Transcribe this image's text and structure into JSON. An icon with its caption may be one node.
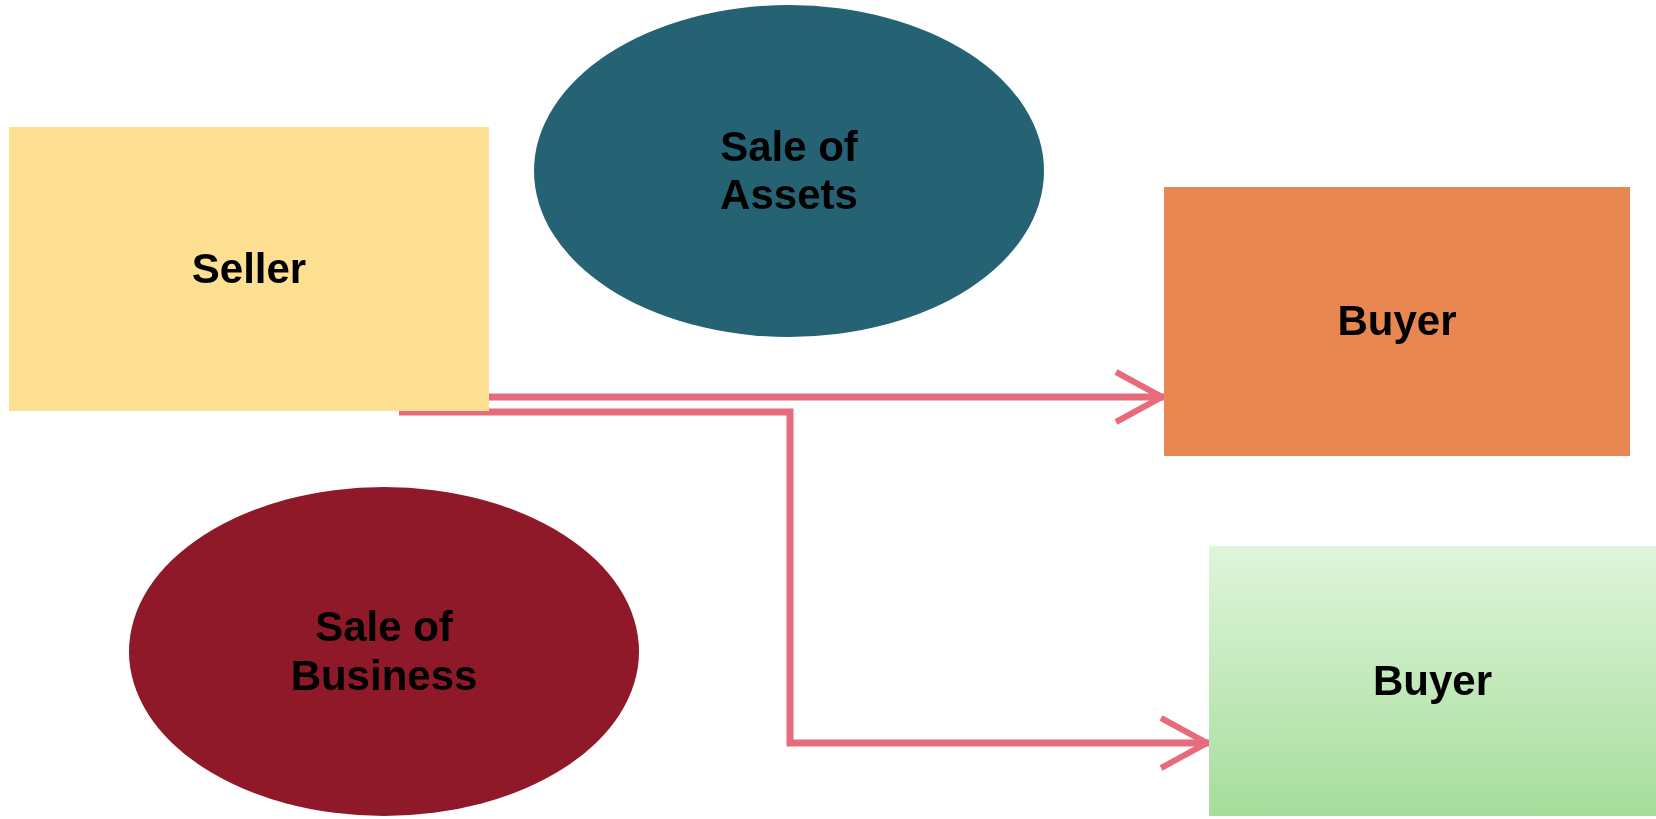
{
  "diagram": {
    "nodes": [
      {
        "text": [
          "Seller"
        ]
      },
      {
        "text": [
          "Sale of Assets"
        ]
      },
      {
        "text": [
          "Buyer"
        ]
      },
      {
        "text": [
          "Sale of Business"
        ]
      },
      {
        "text": [
          "Buyer"
        ]
      }
    ],
    "edges": [
      {
        "from": 0,
        "to": 2,
        "arrow": "to"
      },
      {
        "from": 0,
        "to": 4,
        "arrow": "to"
      }
    ]
  }
}
